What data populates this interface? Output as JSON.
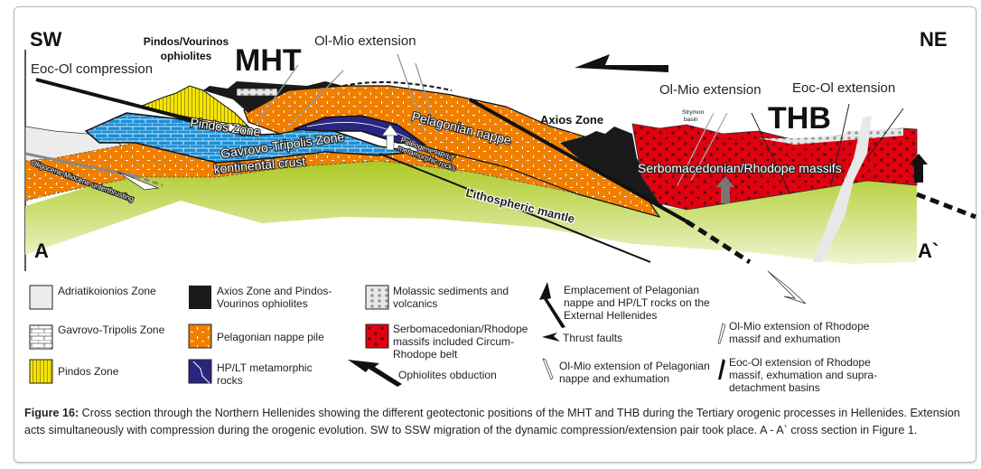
{
  "diagram": {
    "direction_left": "SW",
    "direction_right": "NE",
    "section_start": "A",
    "section_end": "A`",
    "labels": {
      "ophiolites_line1": "Pindos/Vourinos",
      "ophiolites_line2": "ophiolites",
      "mht": "MHT",
      "thb": "THB",
      "olmio_extension_left": "Ol-Mio extension",
      "eocol_compression": "Eoc-Ol compression",
      "olmio_extension_right": "Ol-Mio extension",
      "eocol_extension": "Eoc-Ol extension",
      "axios_zone": "Axios Zone",
      "strymon_line1": "Strymon",
      "strymon_line2": "basin",
      "pindos_zone": "Pindos Zone",
      "gavrovo_zone": "Gavrovo-Tripolis Zone",
      "kontinental_crust": "kontinental crust",
      "pelagonian_nappe": "Pelagonian nappe",
      "paleogene_line1": "Paleogene HP/LT",
      "paleogene_line2": "metamorphic rocks",
      "unterthrusting": "Oligocene-Miocene unterthrusting",
      "lithospheric_mantle": "Lithospheric mantle",
      "serbomacedonian": "Serbomacedonian/Rhodope massifs"
    },
    "colors": {
      "orange": "#f07f00",
      "blue": "#1c8fd6",
      "yellow": "#f5e400",
      "red": "#e1000f",
      "navy": "#2a2580",
      "green": "#a9c81a",
      "black": "#1a1a1a",
      "grey": "#ececec"
    }
  },
  "legend": {
    "adriatikoionios": "Adriatikoionios Zone",
    "gavrovo": "Gavrovo-Tripolis Zone",
    "pindos": "Pindos Zone",
    "axios": "Axios Zone and Pindos-Vourinos ophiolites",
    "pelagonian": "Pelagonian nappe pile",
    "hplt": "HP/LT metamorphic rocks",
    "molassic": "Molassic sediments and volcanics",
    "serbomacedonian": "Serbomacedonian/Rhodope massifs included Circum-Rhodope belt",
    "ophiolites_obduction": "Ophiolites obduction",
    "emplacement": "Emplacement of Pelagonian nappe and HP/LT rocks on the External Hellenides",
    "thrust_faults": "Thrust faults",
    "olmio_pelagonian": "Ol-Mio extension of Pelagonian nappe and exhumation",
    "olmio_rhodope": "Ol-Mio extension of Rhodope massif and exhumation",
    "eocol_rhodope": "Eoc-Ol extension of Rhodope massif, exhumation and supra-detachment basins"
  },
  "caption": {
    "label": "Figure 16:",
    "text": " Cross section through the Northern Hellenides showing the different geotectonic positions of the MHT and THB during the Tertiary orogenic processes in Hellenides. Extension acts simultaneously with compression during the orogenic evolution. SW to SSW migration of the dynamic compression/extension pair took place. A - A` cross section in Figure 1."
  }
}
